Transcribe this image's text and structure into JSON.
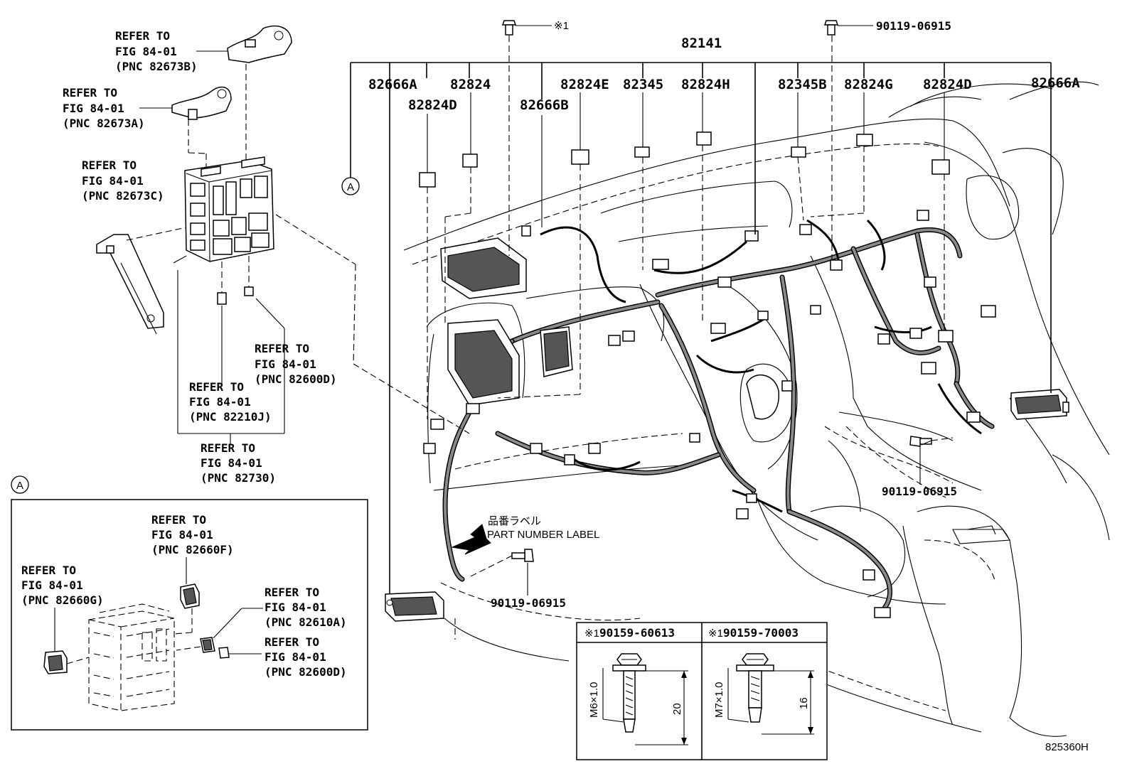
{
  "callouts": {
    "main_part": "82141",
    "top_parts": [
      "82666A",
      "82824",
      "82824E",
      "82345",
      "82824H",
      "82345B",
      "82824G",
      "82824D",
      "82666A"
    ],
    "sub_parts": [
      "82824D",
      "82666B"
    ],
    "bolt_note_mark": "※1",
    "bolt_top_right": "90119-06915",
    "bolt_right": "90119-06915",
    "bolt_bottom": "90119-06915",
    "view_a": "A",
    "part_number_label_jp": "品番ラベル",
    "part_number_label_en": "PART NUMBER LABEL",
    "figure_code": "825360H"
  },
  "refer_labels": [
    {
      "line1": "REFER TO",
      "line2": "FIG 84-01",
      "line3": "(PNC 82673B)"
    },
    {
      "line1": "REFER TO",
      "line2": "FIG 84-01",
      "line3": "(PNC 82673A)"
    },
    {
      "line1": "REFER TO",
      "line2": "FIG 84-01",
      "line3": "(PNC 82673C)"
    },
    {
      "line1": "REFER TO",
      "line2": "FIG 84-01",
      "line3": "(PNC 82600D)"
    },
    {
      "line1": "REFER TO",
      "line2": "FIG 84-01",
      "line3": "(PNC 82210J)"
    },
    {
      "line1": "REFER TO",
      "line2": "FIG 84-01",
      "line3": "(PNC 82730)"
    }
  ],
  "inset_a": {
    "marker": "A",
    "refer_labels": [
      {
        "line1": "REFER TO",
        "line2": "FIG 84-01",
        "line3": "(PNC 82660F)"
      },
      {
        "line1": "REFER TO",
        "line2": "FIG 84-01",
        "line3": "(PNC 82660G)"
      },
      {
        "line1": "REFER TO",
        "line2": "FIG 84-01",
        "line3": "(PNC 82610A)"
      },
      {
        "line1": "REFER TO",
        "line2": "FIG 84-01",
        "line3": "(PNC 82600D)"
      }
    ]
  },
  "bolt_table": [
    {
      "mark": "※1",
      "part": "90159-60613",
      "thread": "M6×1.0",
      "length": "20"
    },
    {
      "mark": "※1",
      "part": "90159-70003",
      "thread": "M7×1.0",
      "length": "16"
    }
  ]
}
